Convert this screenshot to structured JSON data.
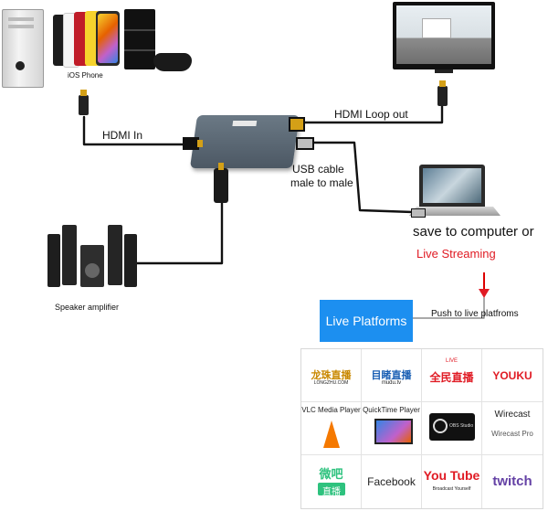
{
  "labels": {
    "ios_phone": "iOS Phone",
    "hdmi_in": "HDMI In",
    "hdmi_loop_out": "HDMI Loop out",
    "usb_cable_1": "USB cable",
    "usb_cable_2": "male to male",
    "save_to_computer": "save to computer or",
    "live_streaming": "Live Streaming",
    "speaker_amplifier": "Speaker amplifier",
    "live_platforms": "Live Platforms",
    "push_to_live": "Push to live platfroms"
  },
  "platforms": [
    {
      "id": "longzhu",
      "text": "龙珠直播",
      "sub": "LONGZHU.COM",
      "color": "#e0a000"
    },
    {
      "id": "mudu",
      "text": "目睹直播",
      "sub": "mudu.tv",
      "color": "#1a5fb4"
    },
    {
      "id": "quanmin",
      "text": "全民直播",
      "sub": "LIVE",
      "color": "#e01b24"
    },
    {
      "id": "youku",
      "text": "YOUKU",
      "sub": "",
      "color": "#e01b24"
    },
    {
      "id": "vlc",
      "text": "VLC Media Player",
      "sub": "",
      "color": "#f57900"
    },
    {
      "id": "quicktime",
      "text": "QuickTime Player",
      "sub": "",
      "color": "#333333"
    },
    {
      "id": "obs",
      "text": "OBS Studio",
      "sub": "",
      "color": "#222222"
    },
    {
      "id": "wirecast",
      "text": "Wirecast",
      "sub": "Wirecast Pro",
      "color": "#333333"
    },
    {
      "id": "weiba",
      "text": "微吧",
      "sub": "直播",
      "color": "#2ec27e"
    },
    {
      "id": "facebook",
      "text": "Facebook",
      "sub": "",
      "color": "#222222"
    },
    {
      "id": "youtube",
      "text": "You Tube",
      "sub": "Broadcast Yourself",
      "color": "#e01b24"
    },
    {
      "id": "twitch",
      "text": "twitch",
      "sub": "",
      "color": "#6441a5"
    }
  ],
  "colors": {
    "accent_blue": "#1c8ff0",
    "live_red": "#e01b24",
    "cable": "#111111"
  }
}
